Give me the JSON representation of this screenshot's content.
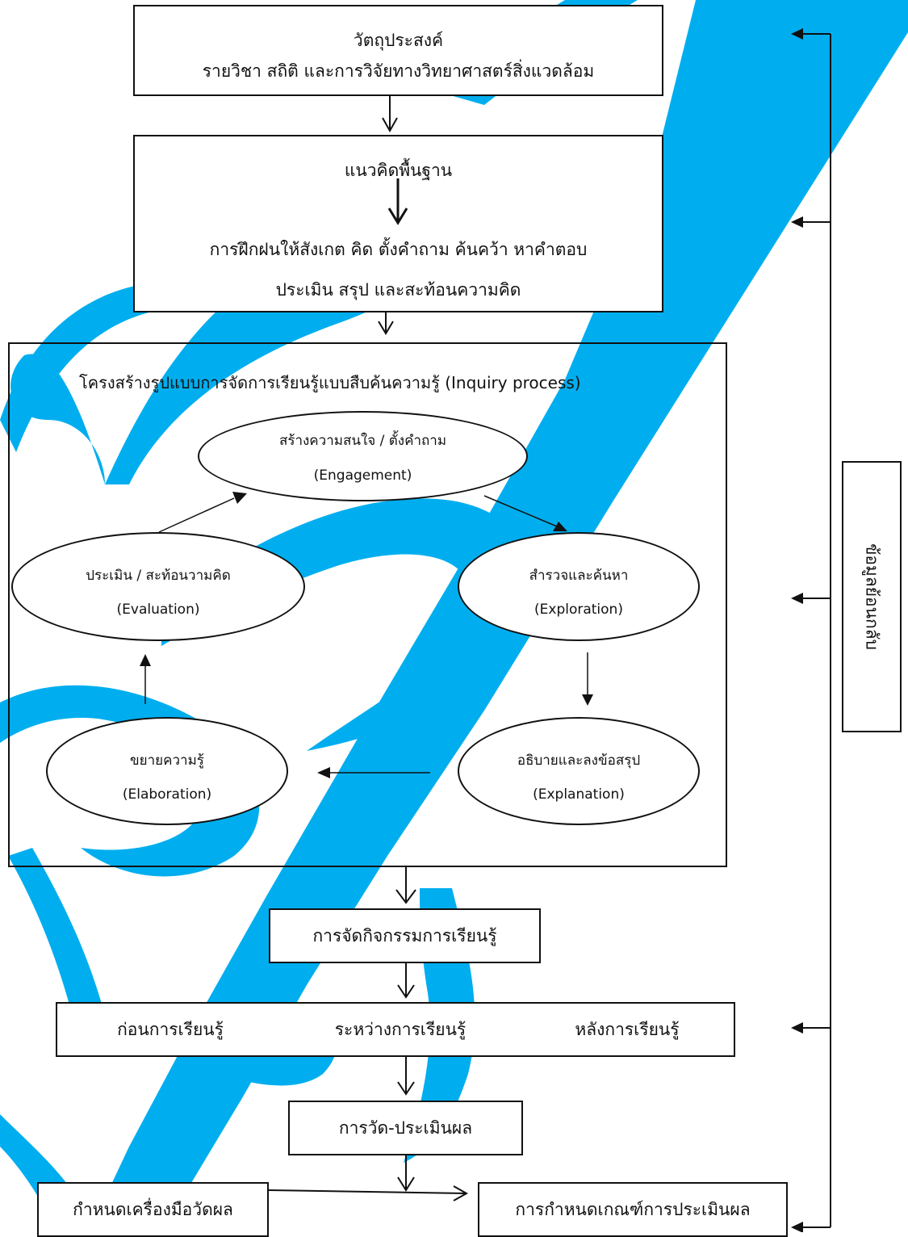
{
  "objective": {
    "title": "วัตถุประสงค์",
    "subtitle": "รายวิชา สถิติ และการวิจัยทางวิทยาศาสตร์สิ่งแวดล้อม"
  },
  "concept": {
    "title": "แนวคิดพื้นฐาน",
    "line1": "การฝึกฝนให้สังเกต คิด ตั้งคำถาม ค้นคว้า หาคำตอบ",
    "line2": "ประเมิน สรุป และสะท้อนความคิด"
  },
  "inquiry": {
    "title": "โครงสร้างรูปแบบการจัดการเรียนรู้แบบสืบค้นความรู้ (Inquiry process)",
    "steps": {
      "engagement": {
        "th": "สร้างความสนใจ / ตั้งคำถาม",
        "en": "(Engagement)"
      },
      "exploration": {
        "th": "สำรวจและค้นหา",
        "en": "(Exploration)"
      },
      "explanation": {
        "th": "อธิบายและลงข้อสรุป",
        "en": "(Explanation)"
      },
      "elaboration": {
        "th": "ขยายความรู้",
        "en": "(Elaboration)"
      },
      "evaluation": {
        "th": "ประเมิน / สะท้อนวามคิด",
        "en": "(Evaluation)"
      }
    }
  },
  "activities": {
    "label": "การจัดกิจกรรมการเรียนรู้"
  },
  "phases": {
    "before": "ก่อนการเรียนรู้",
    "during": "ระหว่างการเรียนรู้",
    "after": "หลังการเรียนรู้"
  },
  "measure": {
    "label": "การวัด-ประเมินผล"
  },
  "tools": {
    "label": "กำหนดเครื่องมือวัดผล"
  },
  "criteria": {
    "label": "การกำหนดเกณฑ์การประเมินผล"
  },
  "feedback": {
    "label": "ข้อมูลย้อนกลับ"
  },
  "colors": {
    "swirl": "#00AEEF",
    "line": "#111111",
    "box_fill": "#ffffff"
  }
}
